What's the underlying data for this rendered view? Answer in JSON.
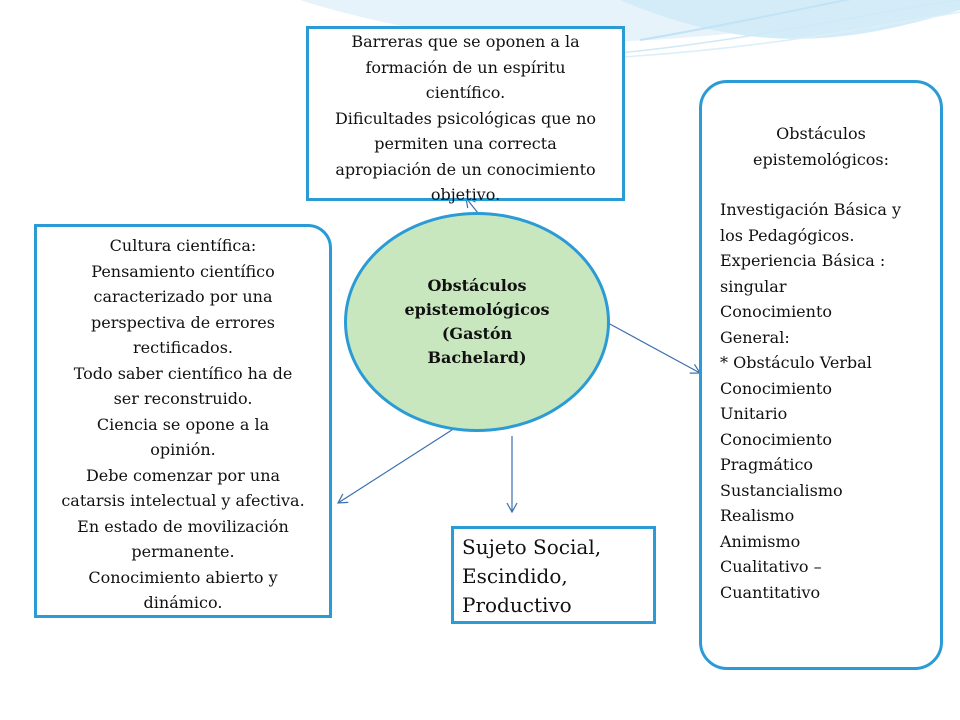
{
  "colors": {
    "border": "#2b9bd6",
    "ellipse_fill": "#c9e7bf",
    "arrow": "#3a6fb0",
    "background": "#ffffff"
  },
  "center": {
    "lines": [
      "Obstáculos",
      "epistemológicos",
      "(Gastón",
      "Bachelard)"
    ]
  },
  "top_box": {
    "lines": [
      "Barreras que se oponen a la",
      "formación de un espíritu",
      "científico.",
      "Dificultades psicológicas que no",
      "permiten una correcta",
      "apropiación de un conocimiento",
      "objetivo."
    ]
  },
  "left_box": {
    "lines": [
      "Cultura científica:",
      "Pensamiento científico",
      "caracterizado por una",
      "perspectiva de errores",
      "rectificados.",
      "Todo saber científico ha de",
      "ser reconstruido.",
      "Ciencia se opone a la",
      "opinión.",
      "Debe comenzar por una",
      "catarsis intelectual y afectiva.",
      "En estado de movilización",
      "permanente.",
      "Conocimiento abierto y",
      "dinámico."
    ]
  },
  "right_box": {
    "title_lines": [
      "Obstáculos",
      "epistemológicos:"
    ],
    "lines": [
      "Investigación Básica y",
      "los Pedagógicos.",
      "Experiencia Básica :",
      "singular",
      "Conocimiento",
      "General:",
      "* Obstáculo Verbal",
      "Conocimiento",
      "Unitario",
      "Conocimiento",
      "Pragmático",
      "Sustancialismo",
      "Realismo",
      "Animismo",
      "Cualitativo –",
      "Cuantitativo"
    ]
  },
  "bottom_box": {
    "lines": [
      "Sujeto Social,",
      "Escindido,",
      "Productivo"
    ]
  }
}
